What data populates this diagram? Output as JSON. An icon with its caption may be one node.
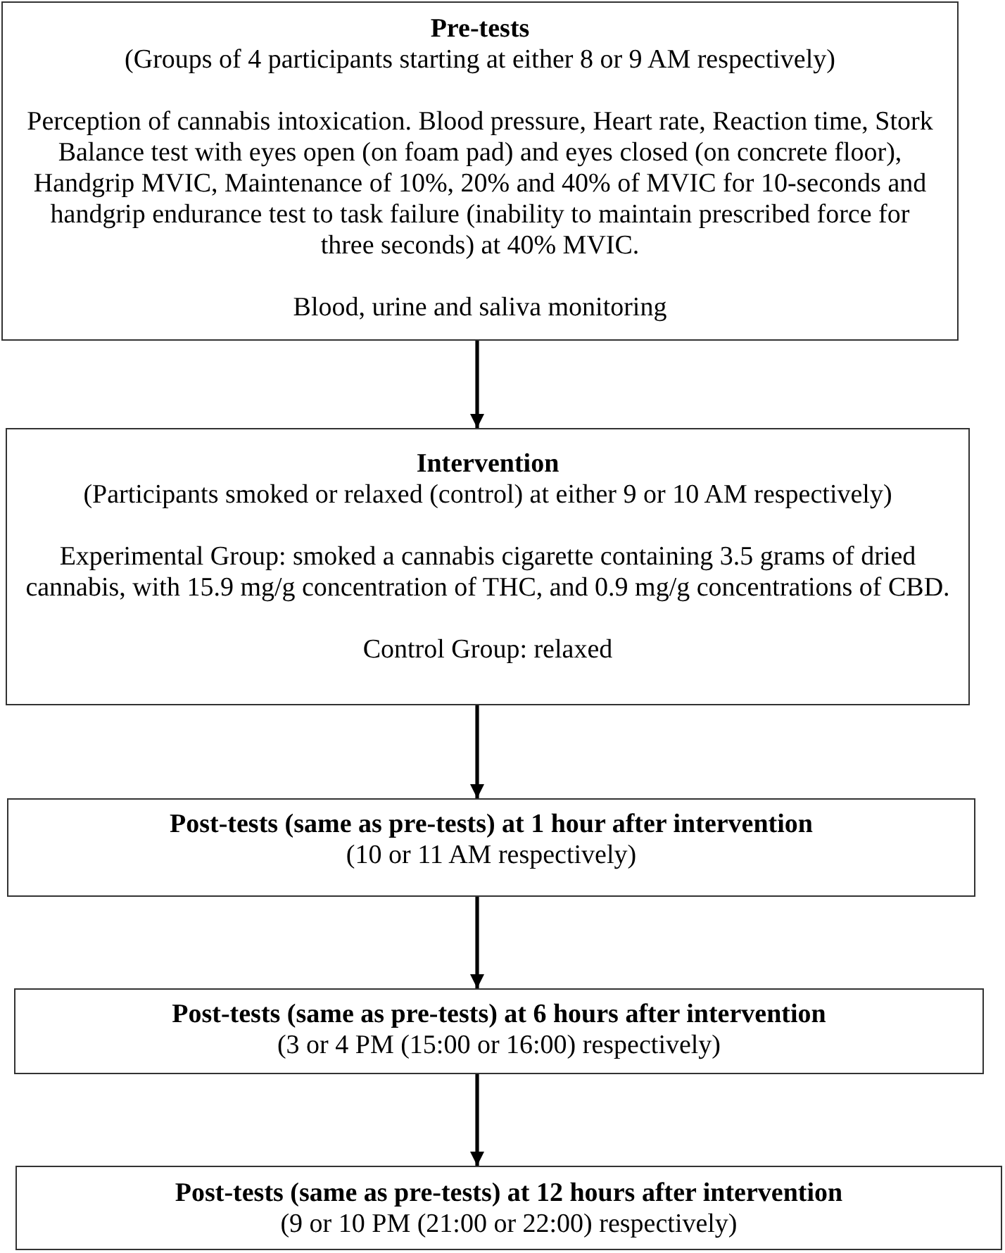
{
  "diagram": {
    "nodes": [
      {
        "text": [
          "Pre-tests",
          "(Groups of 4 participants starting at either 8 or 9 AM respectively)",
          "Perception of cannabis intoxication. Blood pressure, Heart rate, Reaction time, Stork Balance test with eyes open (on foam pad) and eyes closed (on concrete floor), Handgrip MVIC, Maintenance of 10%, 20% and 40% of MVIC for 10-seconds and handgrip endurance test to task failure (inability to maintain prescribed force for three seconds) at 40% MVIC.",
          "Blood, urine and saliva monitoring"
        ]
      },
      {
        "text": [
          "Intervention",
          "(Participants smoked or relaxed (control) at either 9 or 10 AM respectively)",
          "Experimental Group: smoked a cannabis cigarette containing 3.5 grams of dried cannabis, with 15.9 mg/g concentration of THC, and 0.9 mg/g concentrations of CBD.",
          "Control Group: relaxed"
        ]
      },
      {
        "text": [
          "Post-tests (same as pre-tests) at 1 hour after intervention",
          "(10 or 11 AM respectively)"
        ]
      },
      {
        "text": [
          "Post-tests (same as pre-tests) at 6 hours after intervention",
          "(3 or 4 PM (15:00 or 16:00) respectively)"
        ]
      },
      {
        "text": [
          "Post-tests (same as pre-tests) at 12 hours after intervention",
          "(9 or 10 PM (21:00 or 22:00) respectively)"
        ]
      }
    ],
    "edges": [
      {
        "from": 0,
        "to": 1,
        "arrow": "to"
      },
      {
        "from": 1,
        "to": 2,
        "arrow": "to"
      },
      {
        "from": 2,
        "to": 3,
        "arrow": "to"
      },
      {
        "from": 3,
        "to": 4,
        "arrow": "to"
      }
    ]
  }
}
